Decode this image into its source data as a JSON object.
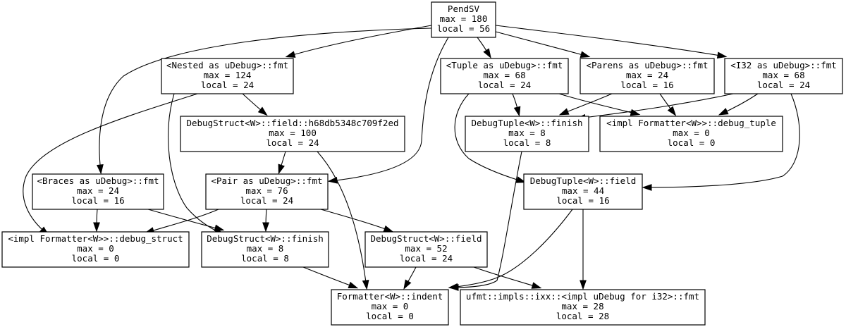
{
  "graph": {
    "nodes": [
      {
        "id": "pendsv",
        "lines": [
          "PendSV",
          "max = 180",
          "local = 56"
        ]
      },
      {
        "id": "nested",
        "lines": [
          "<Nested as uDebug>::fmt",
          "max = 124",
          "local = 24"
        ]
      },
      {
        "id": "tuple",
        "lines": [
          "<Tuple as uDebug>::fmt",
          "max = 68",
          "local = 24"
        ]
      },
      {
        "id": "parens",
        "lines": [
          "<Parens as uDebug>::fmt",
          "max = 24",
          "local = 16"
        ]
      },
      {
        "id": "i32",
        "lines": [
          "<I32 as uDebug>::fmt",
          "max = 68",
          "local = 24"
        ]
      },
      {
        "id": "dsfield_h",
        "lines": [
          "DebugStruct<W>::field::h68db5348c709f2ed",
          "max = 100",
          "local = 24"
        ]
      },
      {
        "id": "dtfinish",
        "lines": [
          "DebugTuple<W>::finish",
          "max = 8",
          "local = 8"
        ]
      },
      {
        "id": "debug_tuple",
        "lines": [
          "<impl Formatter<W>>::debug_tuple",
          "max = 0",
          "local = 0"
        ]
      },
      {
        "id": "braces",
        "lines": [
          "<Braces as uDebug>::fmt",
          "max = 24",
          "local = 16"
        ]
      },
      {
        "id": "pair",
        "lines": [
          "<Pair as uDebug>::fmt",
          "max = 76",
          "local = 24"
        ]
      },
      {
        "id": "dtfield",
        "lines": [
          "DebugTuple<W>::field",
          "max = 44",
          "local = 16"
        ]
      },
      {
        "id": "debug_struct",
        "lines": [
          "<impl Formatter<W>>::debug_struct",
          "max = 0",
          "local = 0"
        ]
      },
      {
        "id": "dsfinish",
        "lines": [
          "DebugStruct<W>::finish",
          "max = 8",
          "local = 8"
        ]
      },
      {
        "id": "dsfield",
        "lines": [
          "DebugStruct<W>::field",
          "max = 52",
          "local = 24"
        ]
      },
      {
        "id": "indent",
        "lines": [
          "Formatter<W>::indent",
          "max = 0",
          "local = 0"
        ]
      },
      {
        "id": "ufmt_i32",
        "lines": [
          "ufmt::impls::ixx::<impl uDebug for i32>::fmt",
          "max = 28",
          "local = 28"
        ]
      }
    ],
    "edges": [
      [
        "pendsv",
        "nested"
      ],
      [
        "pendsv",
        "tuple"
      ],
      [
        "pendsv",
        "parens"
      ],
      [
        "pendsv",
        "i32"
      ],
      [
        "pendsv",
        "braces"
      ],
      [
        "pendsv",
        "pair"
      ],
      [
        "nested",
        "dsfield_h"
      ],
      [
        "nested",
        "debug_struct"
      ],
      [
        "nested",
        "dsfinish"
      ],
      [
        "tuple",
        "dtfinish"
      ],
      [
        "tuple",
        "debug_tuple"
      ],
      [
        "tuple",
        "dtfield"
      ],
      [
        "parens",
        "dtfinish"
      ],
      [
        "parens",
        "debug_tuple"
      ],
      [
        "i32",
        "dtfinish"
      ],
      [
        "i32",
        "debug_tuple"
      ],
      [
        "i32",
        "dtfield"
      ],
      [
        "dsfield_h",
        "pair"
      ],
      [
        "dsfield_h",
        "indent"
      ],
      [
        "braces",
        "debug_struct"
      ],
      [
        "braces",
        "dsfinish"
      ],
      [
        "pair",
        "debug_struct"
      ],
      [
        "pair",
        "dsfinish"
      ],
      [
        "pair",
        "dsfield"
      ],
      [
        "dtfinish",
        "indent"
      ],
      [
        "dtfield",
        "indent"
      ],
      [
        "dtfield",
        "ufmt_i32"
      ],
      [
        "dsfinish",
        "indent"
      ],
      [
        "dsfield",
        "indent"
      ],
      [
        "dsfield",
        "ufmt_i32"
      ]
    ]
  }
}
